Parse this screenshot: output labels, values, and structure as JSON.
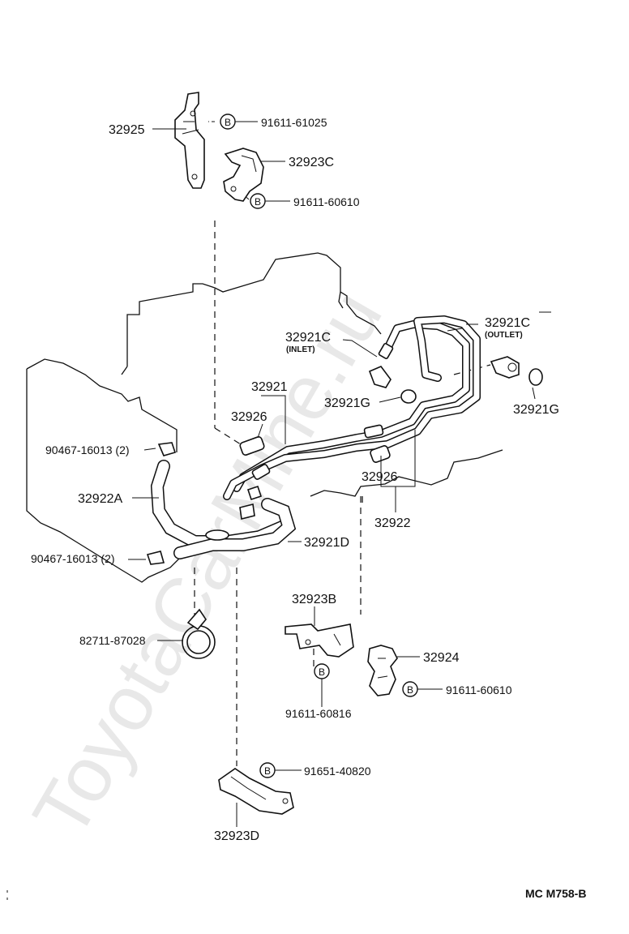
{
  "watermark": "ToyotaCarMine.ru",
  "diagram_code": "MC M758-B",
  "bolt_symbol": "B",
  "labels": {
    "bracket_32925": "32925",
    "bolt_91611_61025": "91611-61025",
    "clamp_32923C": "32923C",
    "bolt_91611_60610_top": "91611-60610",
    "pipe_32921C_inlet": "32921C",
    "inlet_note": "(INLET)",
    "pipe_32921C_outlet": "32921C",
    "outlet_note": "(OUTLET)",
    "pipe_32921": "32921",
    "grommet_32926_upper": "32926",
    "oring_32921G_left": "32921G",
    "oring_32921G_right": "32921G",
    "clip_90467_upper": "90467-16013 (2)",
    "hose_32922A": "32922A",
    "grommet_32926_lower": "32926",
    "pipe_32922": "32922",
    "hose_32921D": "32921D",
    "clip_90467_lower": "90467-16013 (2)",
    "bracket_32923B": "32923B",
    "band_82711_87028": "82711-87028",
    "clamp_32924": "32924",
    "bolt_91611_60610_right": "91611-60610",
    "bolt_91611_60816": "91611-60816",
    "bolt_91651_40820": "91651-40820",
    "clamp_32923D": "32923D"
  }
}
